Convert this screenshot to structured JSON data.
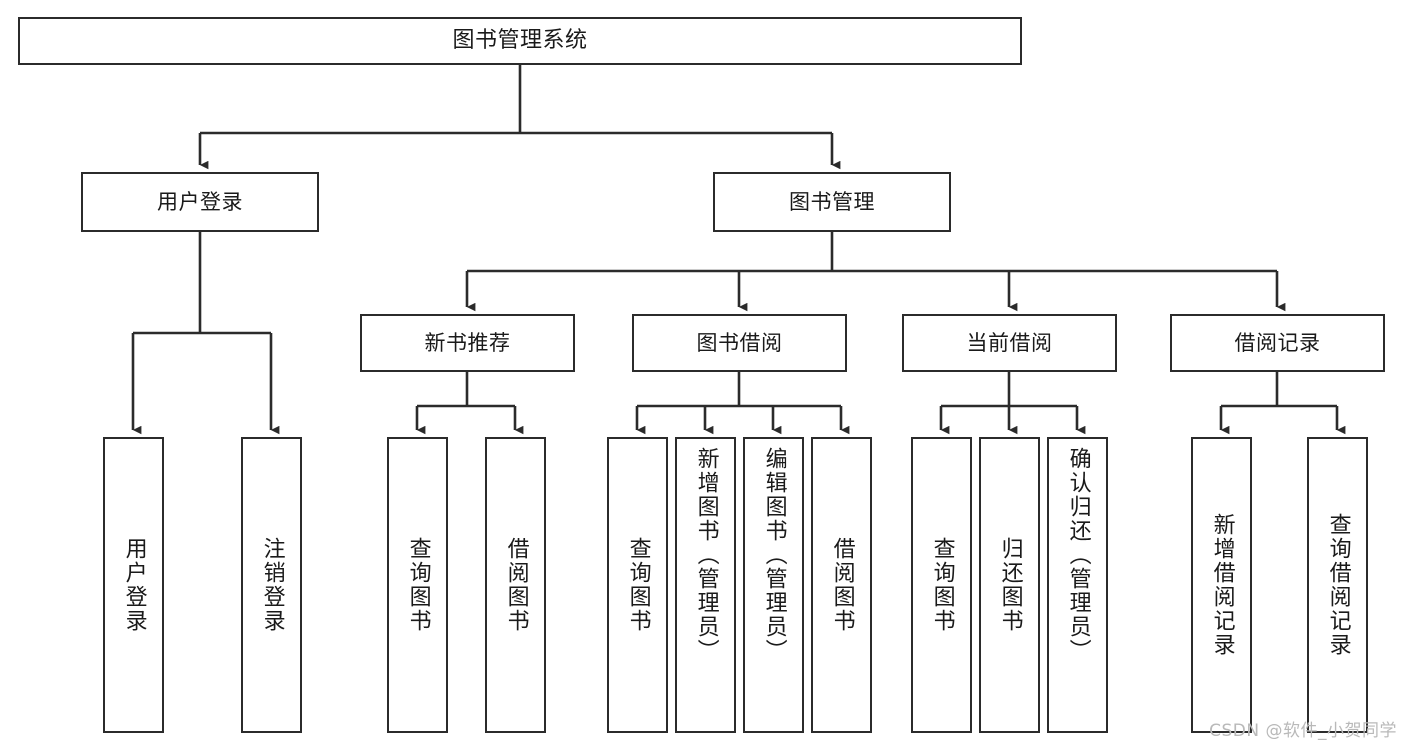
{
  "diagram": {
    "title": "图书管理系统",
    "type": "tree",
    "root": {
      "id": "root",
      "label": "图书管理系统",
      "orientation": "horizontal"
    },
    "level2": [
      {
        "id": "user-login",
        "label": "用户登录",
        "orientation": "horizontal"
      },
      {
        "id": "book-management",
        "label": "图书管理",
        "orientation": "horizontal"
      }
    ],
    "level3": [
      {
        "id": "new-book-recommend",
        "label": "新书推荐",
        "orientation": "horizontal",
        "parent": "book-management"
      },
      {
        "id": "book-borrow",
        "label": "图书借阅",
        "orientation": "horizontal",
        "parent": "book-management"
      },
      {
        "id": "current-borrow",
        "label": "当前借阅",
        "orientation": "horizontal",
        "parent": "book-management"
      },
      {
        "id": "borrow-record",
        "label": "借阅记录",
        "orientation": "horizontal",
        "parent": "book-management"
      }
    ],
    "leaves": [
      {
        "id": "leaf-user-login",
        "label": "用户登录",
        "parent": "user-login",
        "orientation": "vertical"
      },
      {
        "id": "leaf-logout",
        "label": "注销登录",
        "parent": "user-login",
        "orientation": "vertical"
      },
      {
        "id": "leaf-query-book-1",
        "label": "查询图书",
        "parent": "new-book-recommend",
        "orientation": "vertical"
      },
      {
        "id": "leaf-borrow-book-1",
        "label": "借阅图书",
        "parent": "new-book-recommend",
        "orientation": "vertical"
      },
      {
        "id": "leaf-query-book-2",
        "label": "查询图书",
        "parent": "book-borrow",
        "orientation": "vertical"
      },
      {
        "id": "leaf-add-book",
        "label": "新增图书（管理员）",
        "parent": "book-borrow",
        "orientation": "vertical"
      },
      {
        "id": "leaf-edit-book",
        "label": "编辑图书（管理员）",
        "parent": "book-borrow",
        "orientation": "vertical"
      },
      {
        "id": "leaf-borrow-book-2",
        "label": "借阅图书",
        "parent": "book-borrow",
        "orientation": "vertical"
      },
      {
        "id": "leaf-query-book-3",
        "label": "查询图书",
        "parent": "current-borrow",
        "orientation": "vertical"
      },
      {
        "id": "leaf-return-book",
        "label": "归还图书",
        "parent": "current-borrow",
        "orientation": "vertical"
      },
      {
        "id": "leaf-confirm-return",
        "label": "确认归还（管理员）",
        "parent": "current-borrow",
        "orientation": "vertical"
      },
      {
        "id": "leaf-add-record",
        "label": "新增借阅记录",
        "parent": "borrow-record",
        "orientation": "vertical"
      },
      {
        "id": "leaf-query-record",
        "label": "查询借阅记录",
        "parent": "borrow-record",
        "orientation": "vertical"
      }
    ],
    "colors": {
      "stroke": "#2b2b2b",
      "fill": "#ffffff",
      "text": "#1a1a1a",
      "background": "#ffffff",
      "watermark": "#b9b9b9"
    }
  },
  "watermark": {
    "text": "CSDN @软件_小贺同学"
  }
}
